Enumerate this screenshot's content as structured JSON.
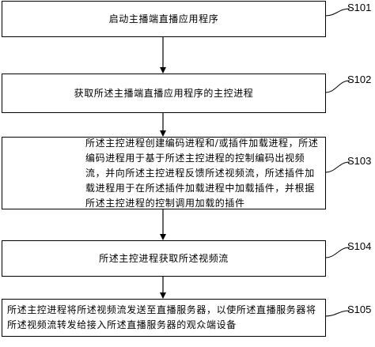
{
  "steps": [
    {
      "id": "S101",
      "text": "启动主播端直播应用程序"
    },
    {
      "id": "S102",
      "text": "获取所述主播端直播应用程序的主控进程"
    },
    {
      "id": "S103",
      "text": "所述主控进程创建编码进程和/或插件加载进程，所述编码进程用于基于所述主控进程的控制编码出视频流，并向所述主控进程反馈所述视频流，所述插件加载进程用于在所述插件加载进程中加载插件，并根据所述主控进程的控制调用加载的插件"
    },
    {
      "id": "S104",
      "text": "所述主控进程获取所述视频流"
    },
    {
      "id": "S105",
      "text": "所述主控进程将所述视频流发送至直播服务器，以使所述直播服务器将所述视频流转发给接入所述直播服务器的观众端设备"
    }
  ]
}
